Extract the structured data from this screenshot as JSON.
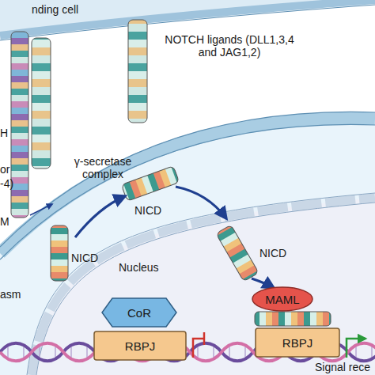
{
  "diagram": {
    "nodes": [
      {
        "text": [
          "CoR"
        ]
      },
      {
        "text": [
          "RBPJ"
        ]
      },
      {
        "text": [
          "MAML"
        ]
      },
      {
        "text": [
          "RBPJ"
        ]
      }
    ],
    "labels": [
      "nding cell",
      "NOTCH ligands (DLL1,3,4 and JAG1,2)",
      "H",
      "or",
      "-4)",
      "γ-secretase complex",
      "M",
      "NICD",
      "NICD",
      "Nucleus",
      "NICD",
      "asm",
      "Signal rece"
    ]
  }
}
